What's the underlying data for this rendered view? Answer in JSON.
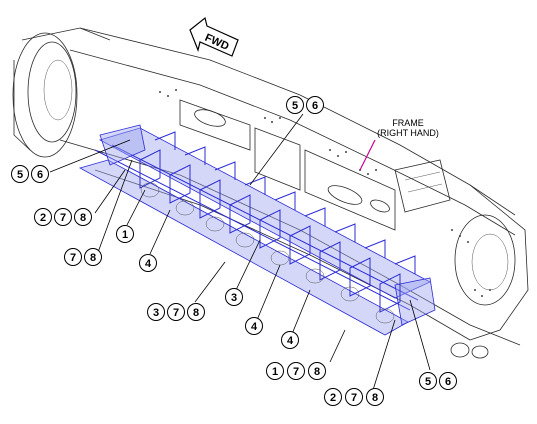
{
  "frame_label": {
    "line1": "FRAME",
    "line2": "(RIGHT HAND)",
    "pointer_color": "#cc0099"
  },
  "direction_arrow": {
    "label": "FWD",
    "icon": "forward-arrow-icon"
  },
  "highlight_color": "#2b2bd6",
  "callouts": {
    "c56_top": [
      "5",
      "6"
    ],
    "c56_left": [
      "5",
      "6"
    ],
    "c278_left": [
      "2",
      "7",
      "8"
    ],
    "c1_left": "1",
    "c78_left": [
      "7",
      "8"
    ],
    "c4_left": "4",
    "c378": [
      "3",
      "7",
      "8"
    ],
    "c3_mid": "3",
    "c4_mid": "4",
    "c4_right": "4",
    "c178": [
      "1",
      "7",
      "8"
    ],
    "c278_bottom": [
      "2",
      "7",
      "8"
    ],
    "c56_right": [
      "5",
      "6"
    ]
  }
}
